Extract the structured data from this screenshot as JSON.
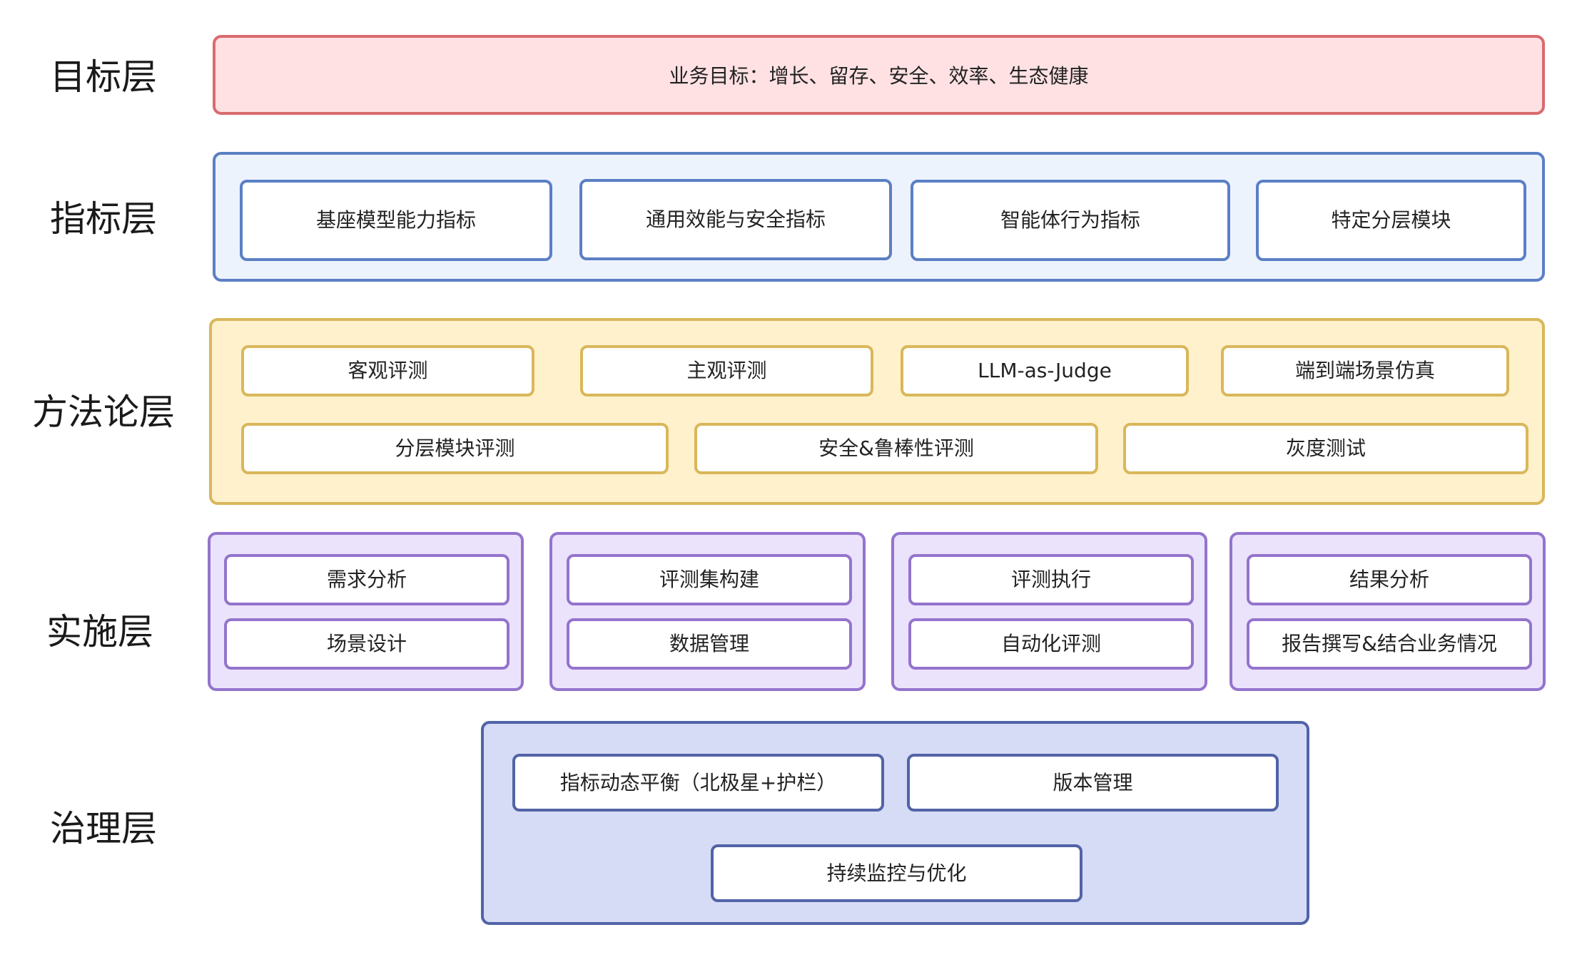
{
  "layers": {
    "goal": {
      "label": "目标层",
      "text": "业务目标：增长、留存、安全、效率、生态健康"
    },
    "metric": {
      "label": "指标层",
      "items": [
        "基座模型能力指标",
        "通用效能与安全指标",
        "智能体行为指标",
        "特定分层模块"
      ]
    },
    "method": {
      "label": "方法论层",
      "items": [
        "客观评测",
        "主观评测",
        "LLM-as-Judge",
        "端到端场景仿真",
        "分层模块评测",
        "安全&鲁棒性评测",
        "灰度测试"
      ]
    },
    "implementation": {
      "label": "实施层",
      "groups": [
        {
          "items": [
            "需求分析",
            "场景设计"
          ]
        },
        {
          "items": [
            "评测集构建",
            "数据管理"
          ]
        },
        {
          "items": [
            "评测执行",
            "自动化评测"
          ]
        },
        {
          "items": [
            "结果分析",
            "报告撰写&结合业务情况"
          ]
        }
      ]
    },
    "governance": {
      "label": "治理层",
      "items": [
        "指标动态平衡（北极星+护栏）",
        "版本管理",
        "持续监控与优化"
      ]
    }
  },
  "colors": {
    "goal_fill": "#ffe1e3",
    "goal_border": "#d96b6f",
    "metric_fill": "#edf3fd",
    "metric_border": "#5b7fc4",
    "method_fill": "#fff1cc",
    "method_border": "#d9b75a",
    "implementation_fill": "#ebe3fb",
    "implementation_border": "#9474cd",
    "governance_fill": "#d6dcf6",
    "governance_border": "#5263a7"
  }
}
